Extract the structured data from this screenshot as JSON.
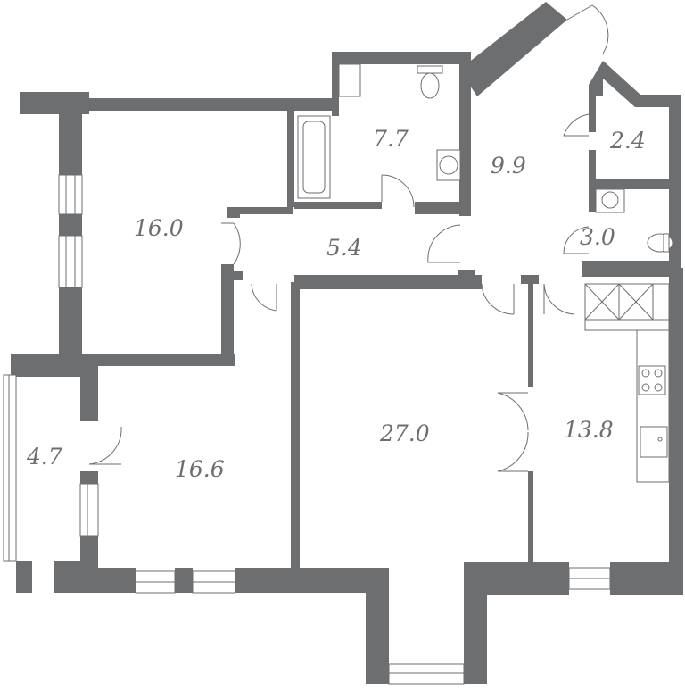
{
  "rooms": [
    {
      "id": "bedroom-top-left",
      "area": "16.0"
    },
    {
      "id": "bathroom",
      "area": "7.7"
    },
    {
      "id": "corridor",
      "area": "5.4"
    },
    {
      "id": "hall",
      "area": "9.9"
    },
    {
      "id": "storage",
      "area": "2.4"
    },
    {
      "id": "wc",
      "area": "3.0"
    },
    {
      "id": "balcony",
      "area": "4.7"
    },
    {
      "id": "bedroom-bottom-left",
      "area": "16.6"
    },
    {
      "id": "living-room",
      "area": "27.0"
    },
    {
      "id": "kitchen",
      "area": "13.8"
    }
  ]
}
